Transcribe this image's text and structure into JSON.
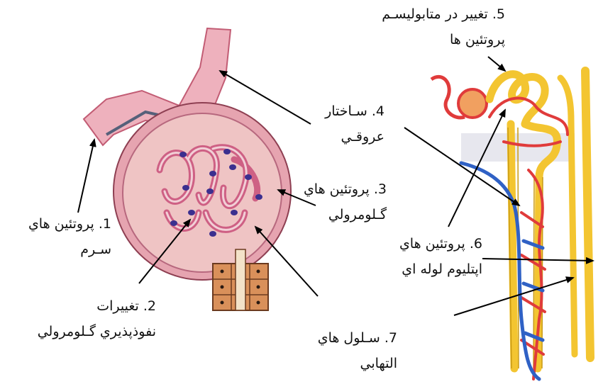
{
  "labels": {
    "l1": {
      "line1": "1. پروتئین هاي",
      "line2": "سـرم"
    },
    "l2": {
      "line1": "2. تغییرات",
      "line2": "نفوذپذیري گـلومرولي"
    },
    "l3": {
      "line1": "3. پروتئین هاي",
      "line2": "گـلومرولي"
    },
    "l4": {
      "line1": "4. سـاختار",
      "line2": "عروقـي"
    },
    "l5": {
      "line1": "5. تغییر در متابولیسـم",
      "line2": "پروتئین ها"
    },
    "l6": {
      "line1": "6. پروتئین هاي",
      "line2": "اپتلیوم لوله اي"
    },
    "l7": {
      "line1": "7. سـلول هاي",
      "line2": "التهابي"
    }
  },
  "colors": {
    "capsule": "#e7a9b0",
    "vessel": "#d86f8a",
    "nucleus": "#3b2f8f",
    "tubule_yellow": "#f3c531",
    "artery_red": "#e03b3b",
    "vein_blue": "#2f61c5",
    "cell_orange": "#d9905a"
  }
}
